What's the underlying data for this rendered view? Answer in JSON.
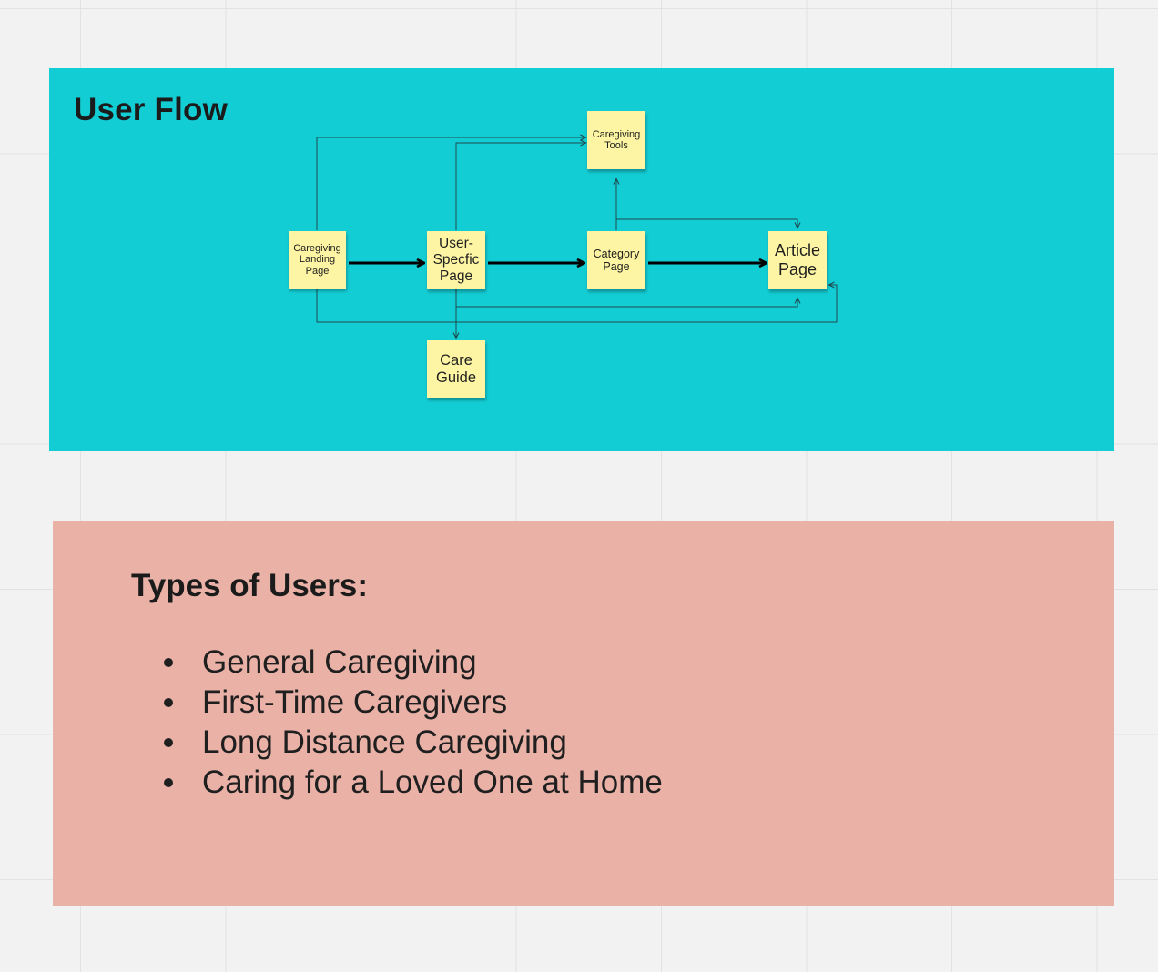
{
  "colors": {
    "flow_frame": "#13cdd4",
    "users_frame": "#eab1a7",
    "sticky": "#fdf5a3",
    "connector": "#1d4a4e",
    "main_arrow": "#000000"
  },
  "user_flow": {
    "title": "User Flow",
    "nodes": [
      {
        "id": "landing",
        "label": "Caregiving\nLanding\nPage"
      },
      {
        "id": "user_specific",
        "label": "User-\nSpecfic\nPage"
      },
      {
        "id": "category",
        "label": "Category\nPage"
      },
      {
        "id": "article",
        "label": "Article\nPage"
      },
      {
        "id": "tools",
        "label": "Caregiving\nTools"
      },
      {
        "id": "care_guide",
        "label": "Care\nGuide"
      }
    ],
    "edges": [
      {
        "from": "landing",
        "to": "user_specific",
        "style": "bold"
      },
      {
        "from": "user_specific",
        "to": "category",
        "style": "bold"
      },
      {
        "from": "category",
        "to": "article",
        "style": "bold"
      },
      {
        "from": "landing",
        "to": "tools",
        "style": "thin"
      },
      {
        "from": "user_specific",
        "to": "tools",
        "style": "thin"
      },
      {
        "from": "category",
        "to": "tools",
        "style": "thin"
      },
      {
        "from": "category",
        "to": "article",
        "style": "thin"
      },
      {
        "from": "user_specific",
        "to": "article",
        "style": "thin"
      },
      {
        "from": "landing",
        "to": "article",
        "style": "thin"
      },
      {
        "from": "user_specific",
        "to": "care_guide",
        "style": "thin"
      }
    ]
  },
  "user_types": {
    "title": "Types of Users:",
    "items": [
      "General Caregiving",
      "First-Time Caregivers",
      "Long Distance Caregiving",
      "Caring for a Loved One at Home"
    ]
  }
}
